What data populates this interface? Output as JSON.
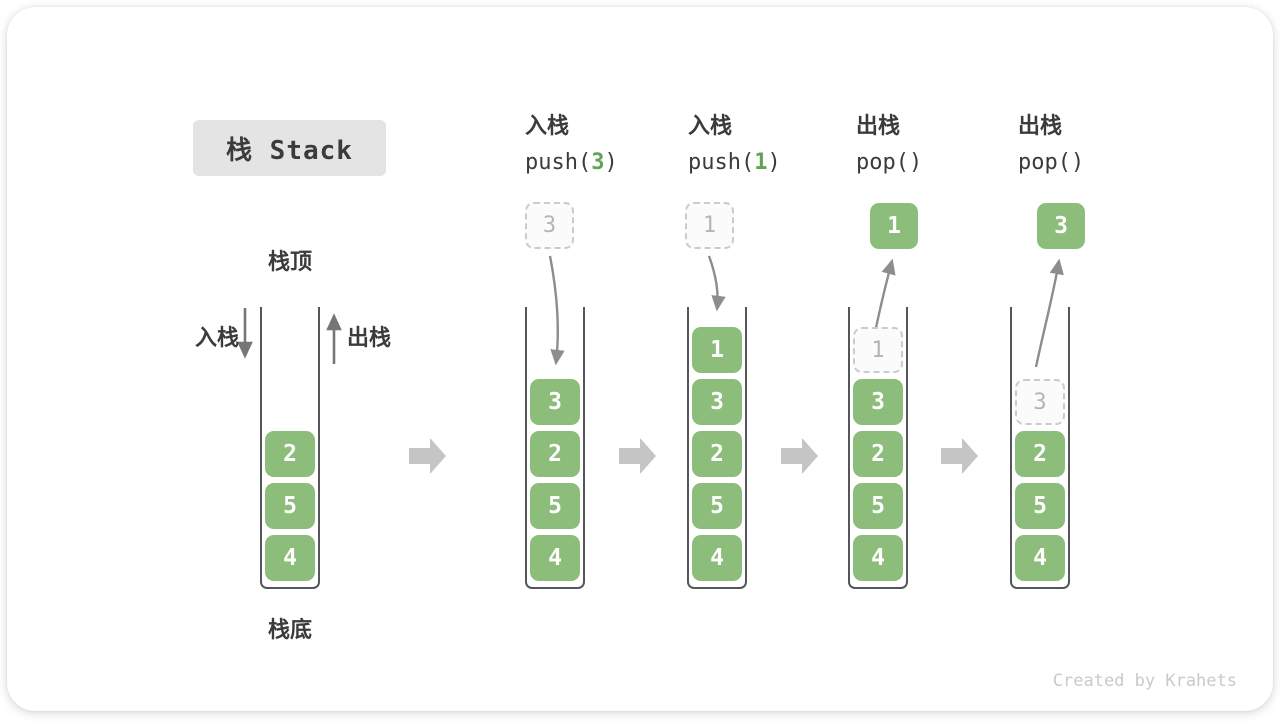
{
  "card": {
    "title_badge": "栈 Stack",
    "credit": "Created by Krahets"
  },
  "static_labels": {
    "stack_top": "栈顶",
    "stack_bottom": "栈底",
    "push_label": "入栈",
    "pop_label": "出栈"
  },
  "colors": {
    "green": "#8CBD7B",
    "arg_green": "#60A455",
    "badge_bg": "#E4E4E4",
    "text_dark": "#3B3B3B",
    "ghost_border": "#CBCBCB",
    "ghost_text": "#B5B5B5",
    "block_arrow": "#C5C5C5",
    "curve_arrow": "#8D8D8D",
    "wall": "#54575A",
    "credit": "#C9C9C9"
  },
  "columns": [
    {
      "name": "initial",
      "items": [
        "2",
        "5",
        "4"
      ]
    },
    {
      "name": "push-3",
      "op_label": "入栈",
      "code": {
        "pre": "push(",
        "arg": "3",
        "post": ")"
      },
      "staged_value": "3",
      "items": [
        "3",
        "2",
        "5",
        "4"
      ]
    },
    {
      "name": "push-1",
      "op_label": "入栈",
      "code": {
        "pre": "push(",
        "arg": "1",
        "post": ")"
      },
      "staged_value": "1",
      "items": [
        "1",
        "3",
        "2",
        "5",
        "4"
      ]
    },
    {
      "name": "pop-1",
      "op_label": "出栈",
      "code": {
        "pre": "pop(",
        "arg": "",
        "post": ")"
      },
      "popped_value": "1",
      "ghost_value": "1",
      "items": [
        "3",
        "2",
        "5",
        "4"
      ]
    },
    {
      "name": "pop-3",
      "op_label": "出栈",
      "code": {
        "pre": "pop(",
        "arg": "",
        "post": ")"
      },
      "popped_value": "3",
      "ghost_value": "3",
      "items": [
        "2",
        "5",
        "4"
      ]
    }
  ]
}
